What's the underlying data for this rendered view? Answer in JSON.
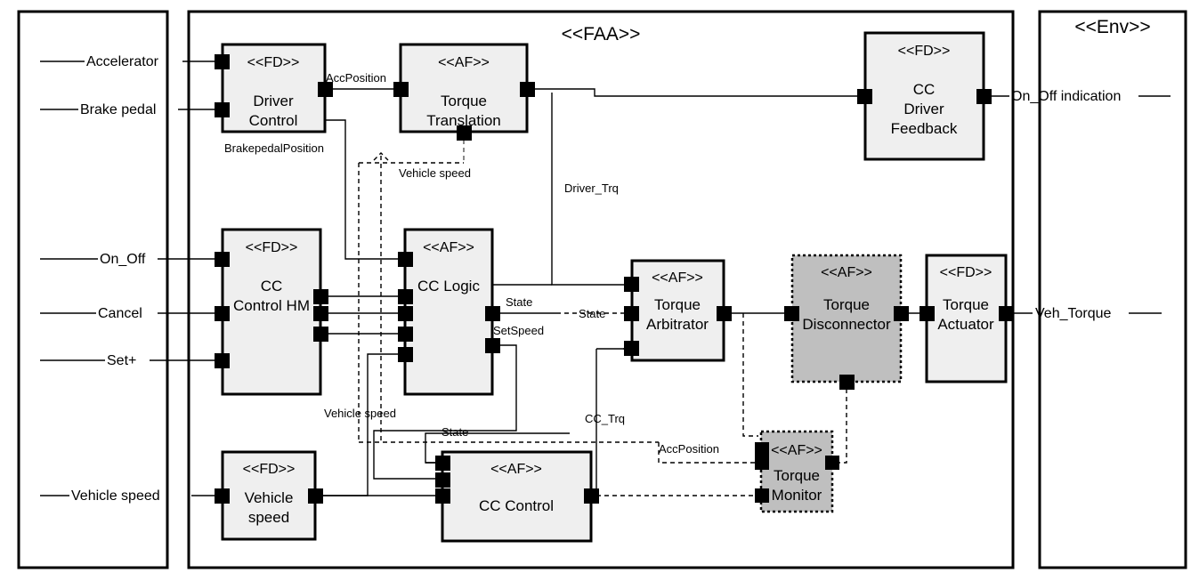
{
  "panels": {
    "env_left": {
      "title": ""
    },
    "faa": {
      "title": "<<FAA>>"
    },
    "env_right": {
      "title": "<<Env>>"
    }
  },
  "env_inputs": [
    {
      "label": "Accelerator"
    },
    {
      "label": "Brake pedal"
    },
    {
      "label": "On_Off"
    },
    {
      "label": "Cancel"
    },
    {
      "label": "Set+"
    },
    {
      "label": "Vehicle speed"
    }
  ],
  "env_outputs": [
    {
      "label": "On_Off indication"
    },
    {
      "label": "Veh_Torque"
    }
  ],
  "blocks": [
    {
      "id": "driver-control",
      "stereotype": "<<FD>>",
      "name_line1": "Driver",
      "name_line2": "Control",
      "style": "light"
    },
    {
      "id": "torque-translation",
      "stereotype": "<<AF>>",
      "name_line1": "Torque",
      "name_line2": "Translation",
      "style": "light"
    },
    {
      "id": "cc-driver-feedback",
      "stereotype": "<<FD>>",
      "name_line1": "CC",
      "name_line2": "Driver",
      "name_line3": "Feedback",
      "style": "light"
    },
    {
      "id": "cc-control-hm",
      "stereotype": "<<FD>>",
      "name_line1": "CC",
      "name_line2": "Control HM",
      "style": "light"
    },
    {
      "id": "cc-logic",
      "stereotype": "<<AF>>",
      "name_line1": "CC Logic",
      "name_line2": "",
      "style": "light"
    },
    {
      "id": "torque-arbitrator",
      "stereotype": "<<AF>>",
      "name_line1": "Torque",
      "name_line2": "Arbitrator",
      "style": "light"
    },
    {
      "id": "torque-disconnector",
      "stereotype": "<<AF>>",
      "name_line1": "Torque",
      "name_line2": "Disconnector",
      "style": "gray"
    },
    {
      "id": "torque-actuator",
      "stereotype": "<<FD>>",
      "name_line1": "Torque",
      "name_line2": "Actuator",
      "style": "light"
    },
    {
      "id": "vehicle-speed",
      "stereotype": "<<FD>>",
      "name_line1": "Vehicle",
      "name_line2": "speed",
      "style": "light"
    },
    {
      "id": "cc-control",
      "stereotype": "<<AF>>",
      "name_line1": "CC Control",
      "name_line2": "",
      "style": "light"
    },
    {
      "id": "torque-monitor",
      "stereotype": "<<AF>>",
      "name_line1": "Torque",
      "name_line2": "Monitor",
      "style": "gray"
    }
  ],
  "connector_labels": [
    {
      "id": "acc-position-top",
      "text": "AccPosition"
    },
    {
      "id": "brakepedal-position",
      "text": "BrakepedalPosition"
    },
    {
      "id": "vehicle-speed-top",
      "text": "Vehicle speed"
    },
    {
      "id": "driver-trq",
      "text": "Driver_Trq"
    },
    {
      "id": "state-logic-out",
      "text": "State"
    },
    {
      "id": "state-arbiter-in",
      "text": "State"
    },
    {
      "id": "set-speed",
      "text": "SetSpeed"
    },
    {
      "id": "vehicle-speed-mid",
      "text": "Vehicle speed"
    },
    {
      "id": "state-lower",
      "text": "State"
    },
    {
      "id": "cc-trq",
      "text": "CC_Trq"
    },
    {
      "id": "acc-position-lower",
      "text": "AccPosition"
    }
  ],
  "colors": {
    "block_light": "#efefef",
    "block_gray": "#bfbfbf",
    "stroke": "#000000",
    "background": "#ffffff"
  }
}
